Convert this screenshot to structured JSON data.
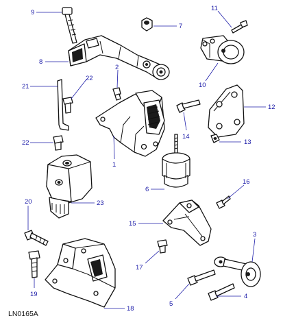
{
  "diagram_ref": "LN0165A",
  "callouts": [
    {
      "id": "1",
      "label": "1"
    },
    {
      "id": "2",
      "label": "2"
    },
    {
      "id": "3",
      "label": "3"
    },
    {
      "id": "4",
      "label": "4"
    },
    {
      "id": "5",
      "label": "5"
    },
    {
      "id": "6",
      "label": "6"
    },
    {
      "id": "7",
      "label": "7"
    },
    {
      "id": "8",
      "label": "8"
    },
    {
      "id": "9",
      "label": "9"
    },
    {
      "id": "10",
      "label": "10"
    },
    {
      "id": "11",
      "label": "11"
    },
    {
      "id": "12",
      "label": "12"
    },
    {
      "id": "13",
      "label": "13"
    },
    {
      "id": "14",
      "label": "14"
    },
    {
      "id": "15",
      "label": "15"
    },
    {
      "id": "16",
      "label": "16"
    },
    {
      "id": "17",
      "label": "17"
    },
    {
      "id": "18",
      "label": "18"
    },
    {
      "id": "19",
      "label": "19"
    },
    {
      "id": "20",
      "label": "20"
    },
    {
      "id": "21",
      "label": "21"
    },
    {
      "id": "22a",
      "label": "22"
    },
    {
      "id": "22b",
      "label": "22"
    },
    {
      "id": "23",
      "label": "23"
    }
  ],
  "colors": {
    "callout": "#1a1aa8",
    "outline": "#111111",
    "shade": "#1b1b1b"
  }
}
